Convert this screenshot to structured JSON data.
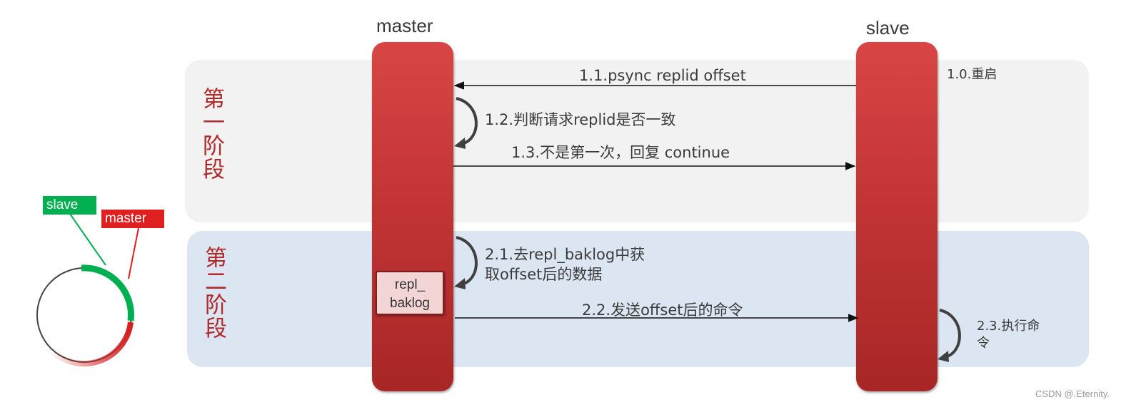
{
  "headers": {
    "master": "master",
    "slave": "slave"
  },
  "phases": {
    "first": "第一阶段",
    "second": "第二阶段"
  },
  "messages": {
    "m1_0": "1.0.重启",
    "m1_1": "1.1.psync replid offset",
    "m1_2": "1.2.判断请求replid是否一致",
    "m1_3": "1.3.不是第一次，回复 continue",
    "m2_1_line1": "2.1.去repl_baklog中获",
    "m2_1_line2": "取offset后的数据",
    "m2_2": "2.2.发送offset后的命令",
    "m2_3_line1": "2.3.执行命",
    "m2_3_line2": "令"
  },
  "backlog": {
    "line1": "repl_",
    "line2": "baklog"
  },
  "ring_legend": {
    "slave": "slave",
    "master": "master"
  },
  "colors": {
    "lifeline": "#c33535",
    "phase_text": "#b02a2a",
    "phase1_bg": "#f2f2f2",
    "phase2_bg": "#dce6f2",
    "slave_green": "#00b050",
    "master_red": "#e02020"
  },
  "watermark": "CSDN @.Eternity."
}
